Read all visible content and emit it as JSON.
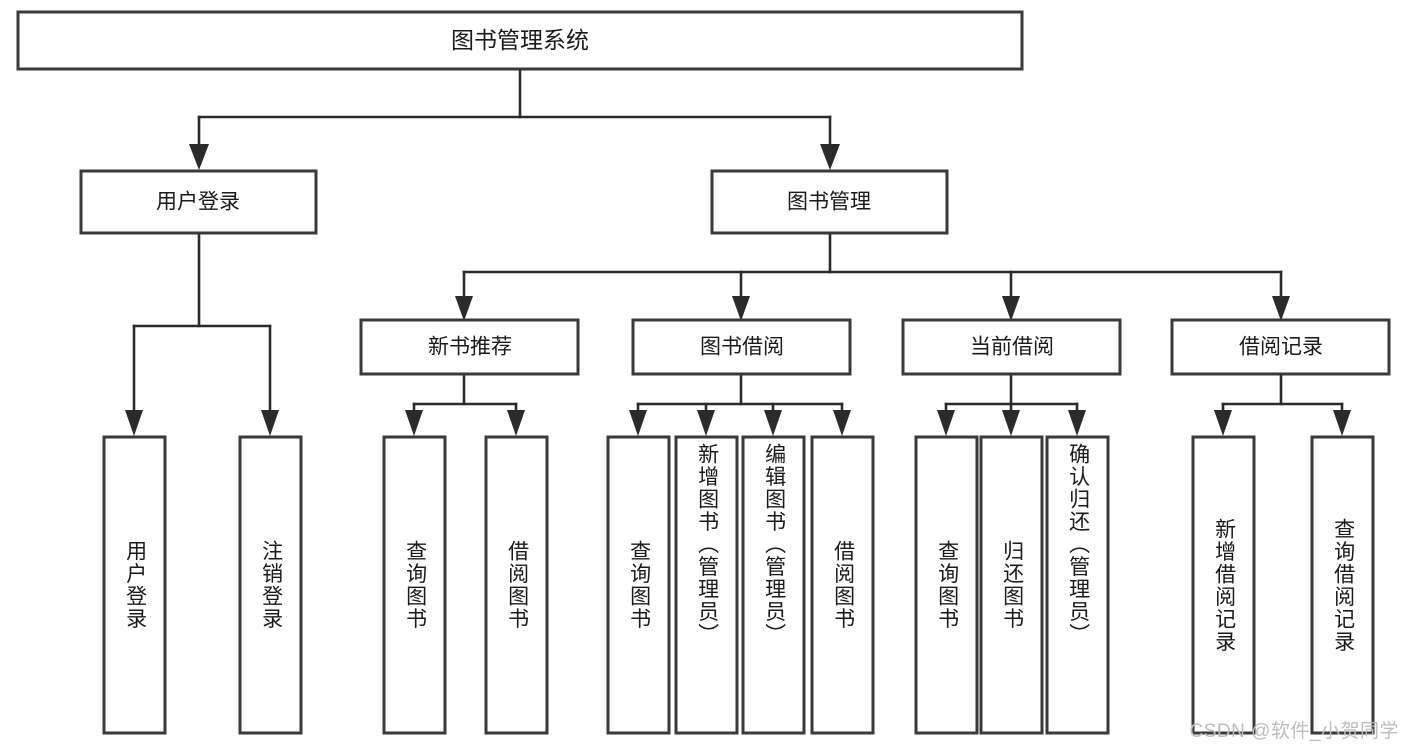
{
  "diagram": {
    "title": "图书管理系统",
    "type": "hierarchy-tree",
    "root": {
      "id": "root",
      "label": "图书管理系统",
      "level": 0
    },
    "level1": [
      {
        "id": "user-login",
        "label": "用户登录"
      },
      {
        "id": "book-management",
        "label": "图书管理"
      }
    ],
    "level2": [
      {
        "id": "new-book-recommend",
        "label": "新书推荐",
        "parent": "book-management"
      },
      {
        "id": "book-borrow",
        "label": "图书借阅",
        "parent": "book-management"
      },
      {
        "id": "current-borrow",
        "label": "当前借阅",
        "parent": "book-management"
      },
      {
        "id": "borrow-record",
        "label": "借阅记录",
        "parent": "book-management"
      }
    ],
    "leaves": {
      "user-login": [
        {
          "id": "leaf-user-login",
          "label": "用户登录"
        },
        {
          "id": "leaf-user-logout",
          "label": "注销登录"
        }
      ],
      "new-book-recommend": [
        {
          "id": "leaf-query-book-1",
          "label": "查询图书"
        },
        {
          "id": "leaf-borrow-book-1",
          "label": "借阅图书"
        }
      ],
      "book-borrow": [
        {
          "id": "leaf-query-book-2",
          "label": "查询图书"
        },
        {
          "id": "leaf-add-book",
          "label": "新增图书（管理员）"
        },
        {
          "id": "leaf-edit-book",
          "label": "编辑图书（管理员）"
        },
        {
          "id": "leaf-borrow-book-2",
          "label": "借阅图书"
        }
      ],
      "current-borrow": [
        {
          "id": "leaf-query-book-3",
          "label": "查询图书"
        },
        {
          "id": "leaf-return-book",
          "label": "归还图书"
        },
        {
          "id": "leaf-confirm-return",
          "label": "确认归还（管理员）"
        }
      ],
      "borrow-record": [
        {
          "id": "leaf-add-record",
          "label": "新增借阅记录"
        },
        {
          "id": "leaf-query-record",
          "label": "查询借阅记录"
        }
      ]
    }
  },
  "watermark": {
    "text": "CSDN @软件_小贺同学"
  },
  "colors": {
    "box_stroke": "#3a3a3a",
    "edge": "#2b2b2b",
    "text": "#1a1a1a",
    "background": "#ffffff",
    "watermark": "#bdbdbd"
  }
}
